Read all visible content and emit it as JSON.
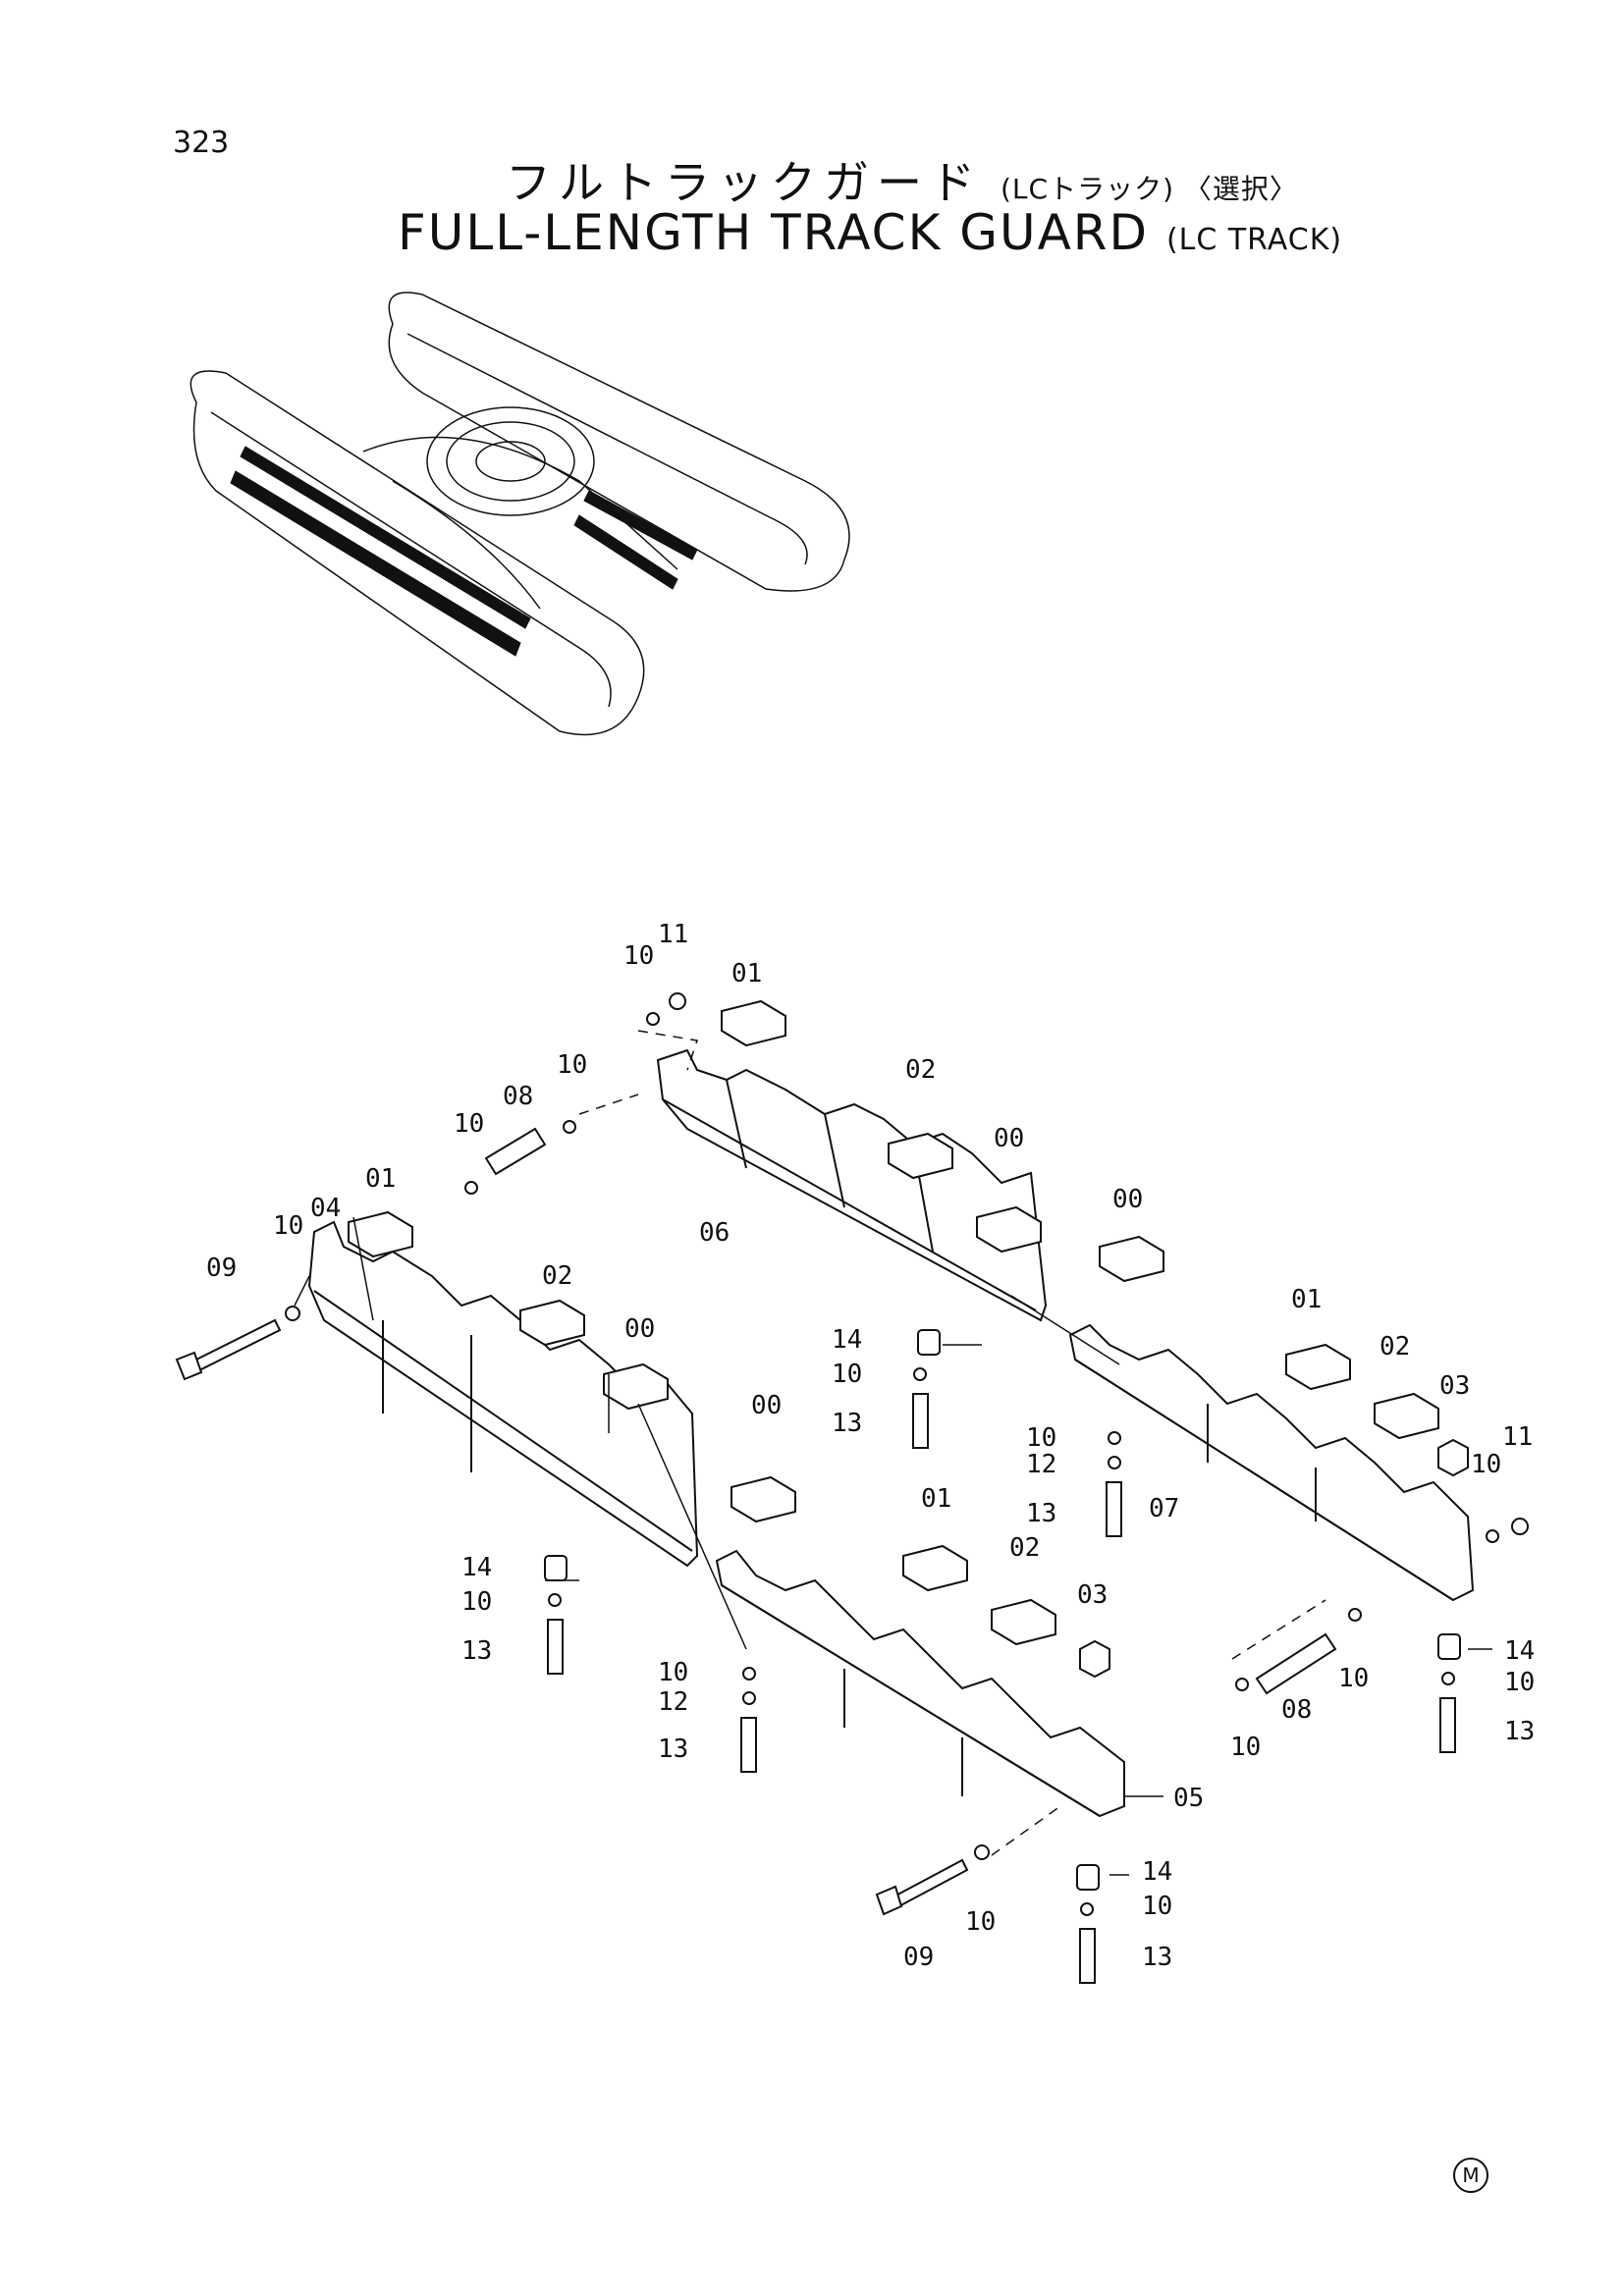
{
  "page_number": "323",
  "title_jp": "フルトラックガード",
  "title_jp_sub": "(LCトラック) 〈選択〉",
  "title_en": "FULL-LENGTH TRACK GUARD",
  "title_en_sub": "(LC TRACK)",
  "footer_mark": "M",
  "labels": {
    "l1": "10",
    "l2": "11",
    "l3": "01",
    "l4": "10",
    "l5": "08",
    "l6": "10",
    "l7": "02",
    "l8": "00",
    "l9": "06",
    "l10": "01",
    "l11": "10",
    "l12": "04",
    "l13": "09",
    "l14": "00",
    "l15": "01",
    "l16": "02",
    "l17": "03",
    "l18": "11",
    "l19": "10",
    "l20": "02",
    "l21": "00",
    "l22": "14",
    "l23": "10",
    "l24": "13",
    "l25": "10",
    "l26": "12",
    "l27": "13",
    "l28": "07",
    "l29": "00",
    "l30": "01",
    "l31": "02",
    "l32": "03",
    "l33": "14",
    "l34": "10",
    "l35": "13",
    "l36": "10",
    "l37": "12",
    "l38": "13",
    "l39": "14",
    "l40": "10",
    "l41": "13",
    "l42": "10",
    "l43": "08",
    "l44": "10",
    "l45": "05",
    "l46": "14",
    "l47": "10",
    "l48": "13",
    "l49": "09",
    "l50": "10"
  }
}
